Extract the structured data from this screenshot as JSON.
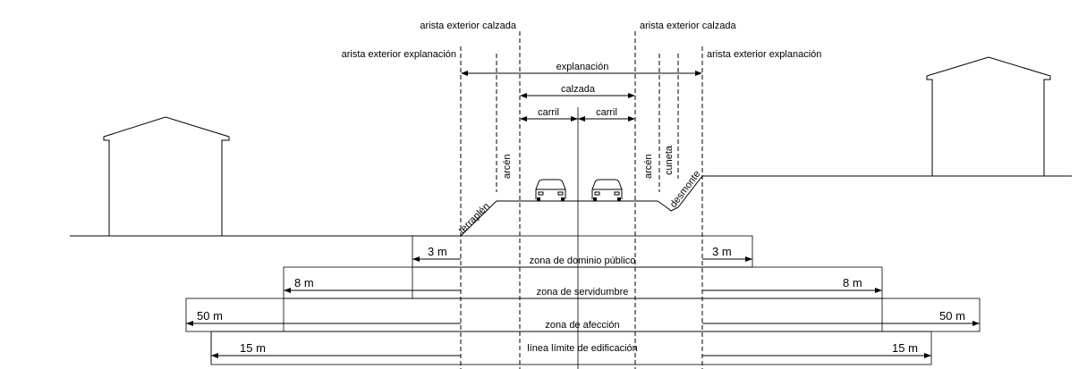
{
  "labels": {
    "arista_calzada_left": "arista exterior calzada",
    "arista_calzada_right": "arista exterior calzada",
    "arista_explanacion_left": "arista exterior explanación",
    "arista_explanacion_right": "arista exterior explanación",
    "explanacion": "explanación",
    "calzada": "calzada",
    "carril_left": "carril",
    "carril_right": "carril",
    "arcen_left": "arcén",
    "arcen_right": "arcén",
    "cuneta": "cuneta",
    "terraplen": "terraplén",
    "desmonte": "desmonte"
  },
  "zones": {
    "dominio_publico": "zona de dominio público",
    "servidumbre": "zona de servidumbre",
    "afeccion": "zona de afección",
    "edificacion": "línea límite de edificación"
  },
  "distances": {
    "d3_left": "3 m",
    "d3_right": "3 m",
    "d8_left": "8 m",
    "d8_right": "8 m",
    "d50_left": "50 m",
    "d50_right": "50 m",
    "d15_left": "15 m",
    "d15_right": "15 m"
  },
  "icons": {
    "car_left": "car-icon",
    "car_right": "car-icon",
    "house_left": "house-icon",
    "house_right": "house-icon"
  }
}
